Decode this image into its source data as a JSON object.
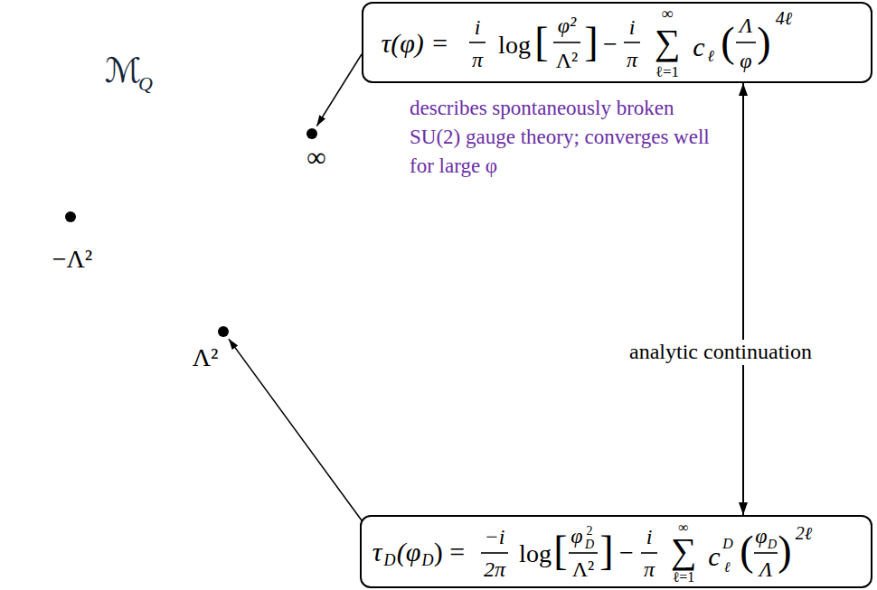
{
  "diagram": {
    "nodes": [
      {
        "text": [
          "ℳ",
          "Q"
        ]
      },
      {
        "text": [
          "∞"
        ],
        "in": 0
      },
      {
        "text": [
          "−Λ²"
        ],
        "in": 0
      },
      {
        "text": [
          "Λ²"
        ],
        "in": 0
      },
      {
        "text": [
          "τ(φ) =",
          "i",
          "π",
          "log",
          "[",
          "φ²",
          "Λ²",
          "]",
          "−",
          "i",
          "π",
          "∑",
          "∞",
          "ℓ=1",
          "c",
          "ℓ",
          "(",
          "Λ",
          "φ",
          ")",
          "4ℓ"
        ]
      },
      {
        "text": [
          "τ",
          "D",
          "(φ",
          "D",
          ") =",
          "−i",
          "2π",
          "log",
          "[",
          "φ",
          "2",
          "D",
          "Λ²",
          "]",
          "−",
          "i",
          "π",
          "∑",
          "∞",
          "ℓ=1",
          "c",
          "D",
          "ℓ",
          "(",
          "φ",
          "D",
          "Λ",
          ")",
          "2ℓ"
        ]
      }
    ],
    "edges": [
      {
        "from": 4,
        "to": 1,
        "arrow": "to"
      },
      {
        "from": 5,
        "to": 3,
        "arrow": "to"
      },
      {
        "from": 4,
        "to": 5,
        "label": "analytic continuation",
        "arrow": "both"
      }
    ],
    "labels": [
      "describes spontaneously broken SU(2) gauge theory; converges well for large φ"
    ]
  }
}
